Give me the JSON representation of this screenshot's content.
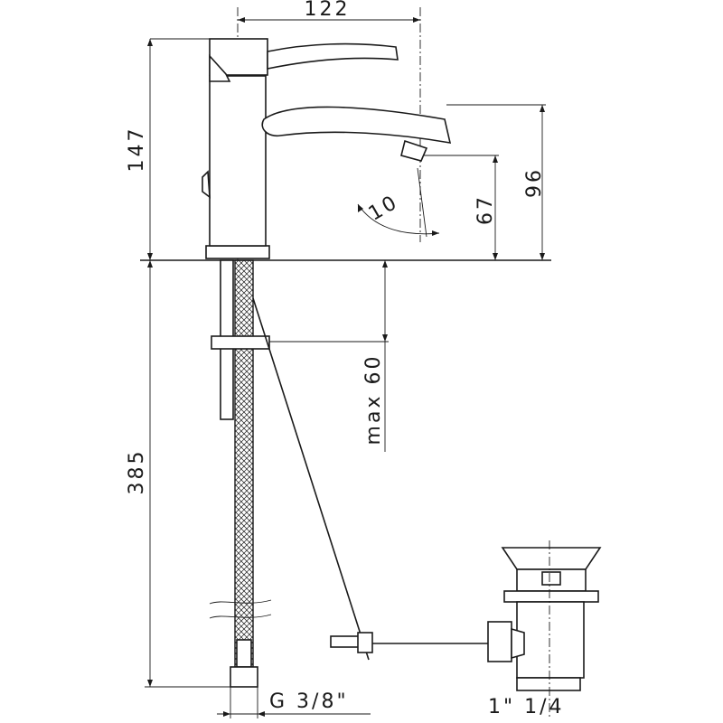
{
  "dimensions": {
    "width_top": "122",
    "height_total": "147",
    "spout_height": "96",
    "outlet_height": "67",
    "spout_angle": "10",
    "max_thickness": "max 60",
    "hose_length": "385",
    "connection_thread": "G 3/8\"",
    "waste_size": "1\" 1/4"
  },
  "colors": {
    "line": "#1a1a1a",
    "background": "#ffffff"
  }
}
